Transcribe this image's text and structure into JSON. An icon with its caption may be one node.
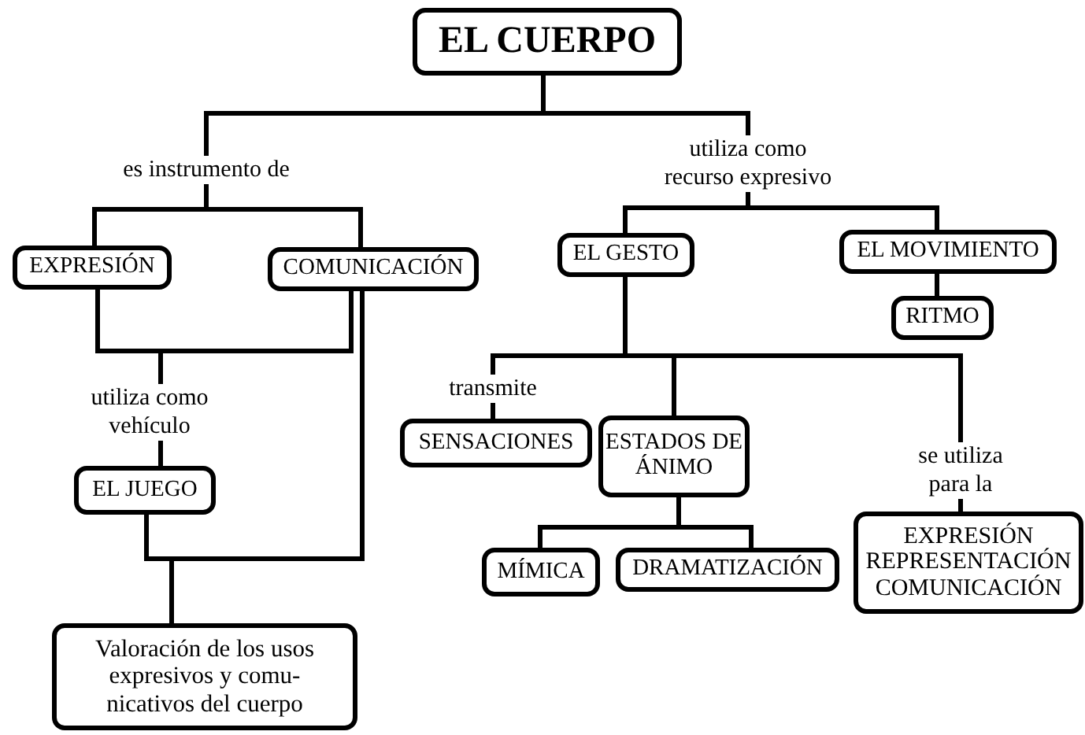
{
  "diagram": {
    "nodes": [
      {
        "text": [
          "EL CUERPO"
        ]
      },
      {
        "text": [
          "EXPRESIÓN"
        ]
      },
      {
        "text": [
          "COMUNICACIÓN"
        ]
      },
      {
        "text": [
          "EL GESTO"
        ]
      },
      {
        "text": [
          "EL MOVIMIENTO"
        ]
      },
      {
        "text": [
          "RITMO"
        ]
      },
      {
        "text": [
          "EL JUEGO"
        ]
      },
      {
        "text": [
          "Valoración de los usos expresivos y comu- nicativos del cuerpo"
        ]
      },
      {
        "text": [
          "SENSACIONES"
        ]
      },
      {
        "text": [
          "ESTADOS DE ÁNIMO"
        ]
      },
      {
        "text": [
          "MÍMICA"
        ]
      },
      {
        "text": [
          "DRAMATIZACIÓN"
        ]
      },
      {
        "text": [
          "EXPRESIÓN REPRESENTACIÓN COMUNICACIÓN"
        ]
      }
    ],
    "edges": [
      {
        "from": 0,
        "to": 1,
        "arrow": "none",
        "label": "es instrumento de"
      },
      {
        "from": 0,
        "to": 2,
        "arrow": "none"
      },
      {
        "from": 0,
        "to": 3,
        "arrow": "none",
        "label": "utiliza como recurso expresivo"
      },
      {
        "from": 0,
        "to": 4,
        "arrow": "none"
      },
      {
        "from": 4,
        "to": 5,
        "arrow": "none"
      },
      {
        "from": 1,
        "to": 6,
        "arrow": "none",
        "label": "utiliza como vehículo"
      },
      {
        "from": 2,
        "to": 6,
        "arrow": "none"
      },
      {
        "from": 6,
        "to": 7,
        "arrow": "none"
      },
      {
        "from": 2,
        "to": 7,
        "arrow": "none"
      },
      {
        "from": 3,
        "to": 8,
        "arrow": "none",
        "label": "transmite"
      },
      {
        "from": 3,
        "to": 9,
        "arrow": "none"
      },
      {
        "from": 3,
        "to": 12,
        "arrow": "none",
        "label": "se utiliza para la"
      },
      {
        "from": 9,
        "to": 10,
        "arrow": "none"
      },
      {
        "from": 9,
        "to": 11,
        "arrow": "none"
      }
    ]
  }
}
